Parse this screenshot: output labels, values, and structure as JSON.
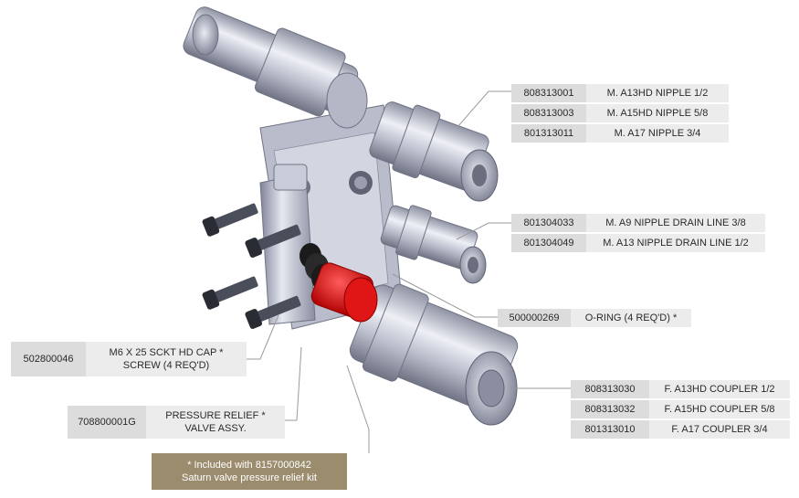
{
  "callouts": {
    "nipples": [
      {
        "part": "808313001",
        "desc": "M. A13HD NIPPLE 1/2"
      },
      {
        "part": "808313003",
        "desc": "M. A15HD NIPPLE 5/8"
      },
      {
        "part": "801313011",
        "desc": "M. A17 NIPPLE 3/4"
      }
    ],
    "drain": [
      {
        "part": "801304033",
        "desc": "M. A9 NIPPLE DRAIN LINE 3/8"
      },
      {
        "part": "801304049",
        "desc": "M. A13 NIPPLE DRAIN LINE 1/2"
      }
    ],
    "oring": {
      "part": "500000269",
      "desc": "O-RING (4 REQ'D) *"
    },
    "couplers": [
      {
        "part": "808313030",
        "desc": "F. A13HD COUPLER 1/2"
      },
      {
        "part": "808313032",
        "desc": "F. A15HD COUPLER 5/8"
      },
      {
        "part": "801313010",
        "desc": "F. A17 COUPLER 3/4"
      }
    ],
    "screw": {
      "part": "502800046",
      "desc_line1": "M6 X 25 SCKT HD CAP *",
      "desc_line2": "SCREW (4 REQ'D)"
    },
    "relief": {
      "part": "708800001G",
      "desc_line1": "PRESSURE RELIEF *",
      "desc_line2": "VALVE ASSY."
    }
  },
  "note": {
    "line1": "* Included with 8157000842",
    "line2": "Saturn valve pressure relief kit"
  },
  "colors": {
    "metal": "#c7cad6",
    "cap": "#e01515",
    "note_bg": "#9c8c6e"
  }
}
